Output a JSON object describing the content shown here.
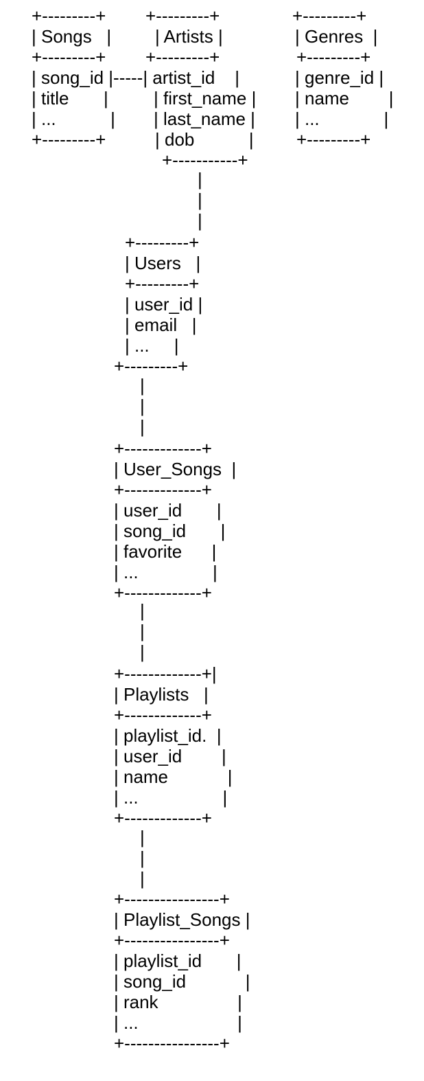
{
  "diagram": {
    "lines": [
      "+---------+",
      "| Songs   |",
      "+---------+",
      "| song_id |-----| artist_id    |",
      "| title       |",
      "| ...           |",
      "+---------+",
      "+---------+",
      "| Artists |",
      "+---------+",
      "| first_name |",
      "| last_name |",
      "| dob           |",
      "+-----------+",
      "+---------+",
      "| Genres  |",
      "+---------+",
      "| genre_id |",
      "| name        |",
      "| ...             |",
      "+---------+",
      "|",
      "|",
      "|",
      "+---------+",
      "| Users   |",
      "+---------+",
      "| user_id |",
      "| email   |",
      "| ...     |",
      "+---------+",
      "|",
      "|",
      "|",
      "+-------------+",
      "| User_Songs  |",
      "+-------------+",
      "| user_id       |",
      "| song_id       |",
      "| favorite      |",
      "| ...               |",
      "+-------------+",
      "|",
      "|",
      "|",
      "+-------------+|",
      "| Playlists   |",
      "+-------------+",
      "| playlist_id.  |",
      "| user_id        |",
      "| name            |",
      "| ...                 |",
      "+-------------+",
      "|",
      "|",
      "|",
      "+----------------+",
      "| Playlist_Songs |",
      "+----------------+",
      "| playlist_id       |",
      "| song_id            |",
      "| rank                |",
      "| ...                    |",
      "+----------------+"
    ]
  }
}
